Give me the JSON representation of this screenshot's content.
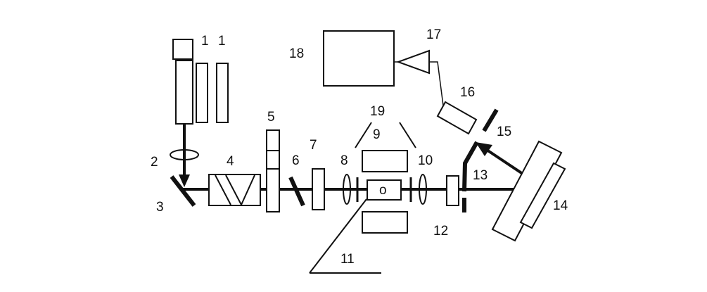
{
  "diagram": {
    "labels": {
      "l1a": "1",
      "l1b": "1",
      "l2": "2",
      "l3": "3",
      "l4": "4",
      "l5": "5",
      "l6": "6",
      "l7": "7",
      "l8": "8",
      "l9": "9",
      "l10": "10",
      "l11": "11",
      "l12": "12",
      "l13": "13",
      "l14": "14",
      "l15": "15",
      "l16": "16",
      "l17": "17",
      "l18": "18",
      "l19": "19",
      "sample": "o"
    },
    "colors": {
      "ink": "#111111",
      "background": "#ffffff"
    }
  }
}
